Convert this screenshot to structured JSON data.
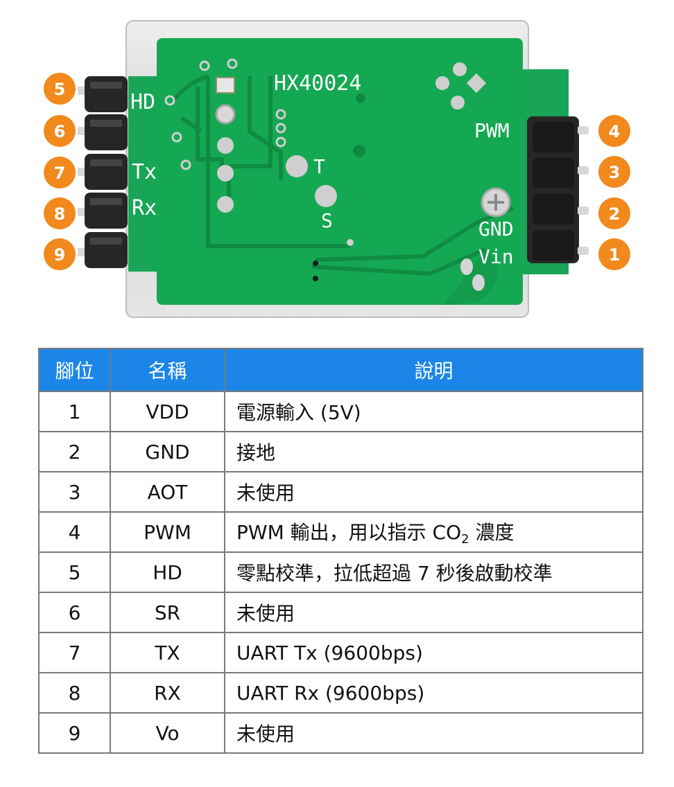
{
  "image": {
    "silkscreen": {
      "model": "HX40024",
      "pin_labels": {
        "hd": "HD",
        "tx": "Tx",
        "rx": "Rx",
        "t": "T",
        "s": "S",
        "pwm": "PWM",
        "gnd": "GND",
        "vin": "Vin"
      }
    },
    "left_pin_badges": [
      "5",
      "6",
      "7",
      "8",
      "9"
    ],
    "right_pin_badges": [
      "4",
      "3",
      "2",
      "1"
    ]
  },
  "colors": {
    "board_green": "#15a853",
    "badge_orange": "#f1891c",
    "header_blue": "#1c86e8"
  },
  "table": {
    "headers": [
      "腳位",
      "名稱",
      "說明"
    ],
    "rows": [
      {
        "pin": "1",
        "name": "VDD",
        "desc": "電源輸入  (5V)"
      },
      {
        "pin": "2",
        "name": "GND",
        "desc": "接地"
      },
      {
        "pin": "3",
        "name": "AOT",
        "desc": "未使用"
      },
      {
        "pin": "4",
        "name": "PWM",
        "desc_pre": "PWM 輸出，用以指示 CO",
        "desc_sub": "2",
        "desc_post": " 濃度"
      },
      {
        "pin": "5",
        "name": "HD",
        "desc": "零點校準，拉低超過 7 秒後啟動校準"
      },
      {
        "pin": "6",
        "name": "SR",
        "desc": "未使用"
      },
      {
        "pin": "7",
        "name": "TX",
        "desc": "UART Tx (9600bps)"
      },
      {
        "pin": "8",
        "name": "RX",
        "desc": "UART Rx (9600bps)"
      },
      {
        "pin": "9",
        "name": "Vo",
        "desc": "未使用"
      }
    ]
  }
}
